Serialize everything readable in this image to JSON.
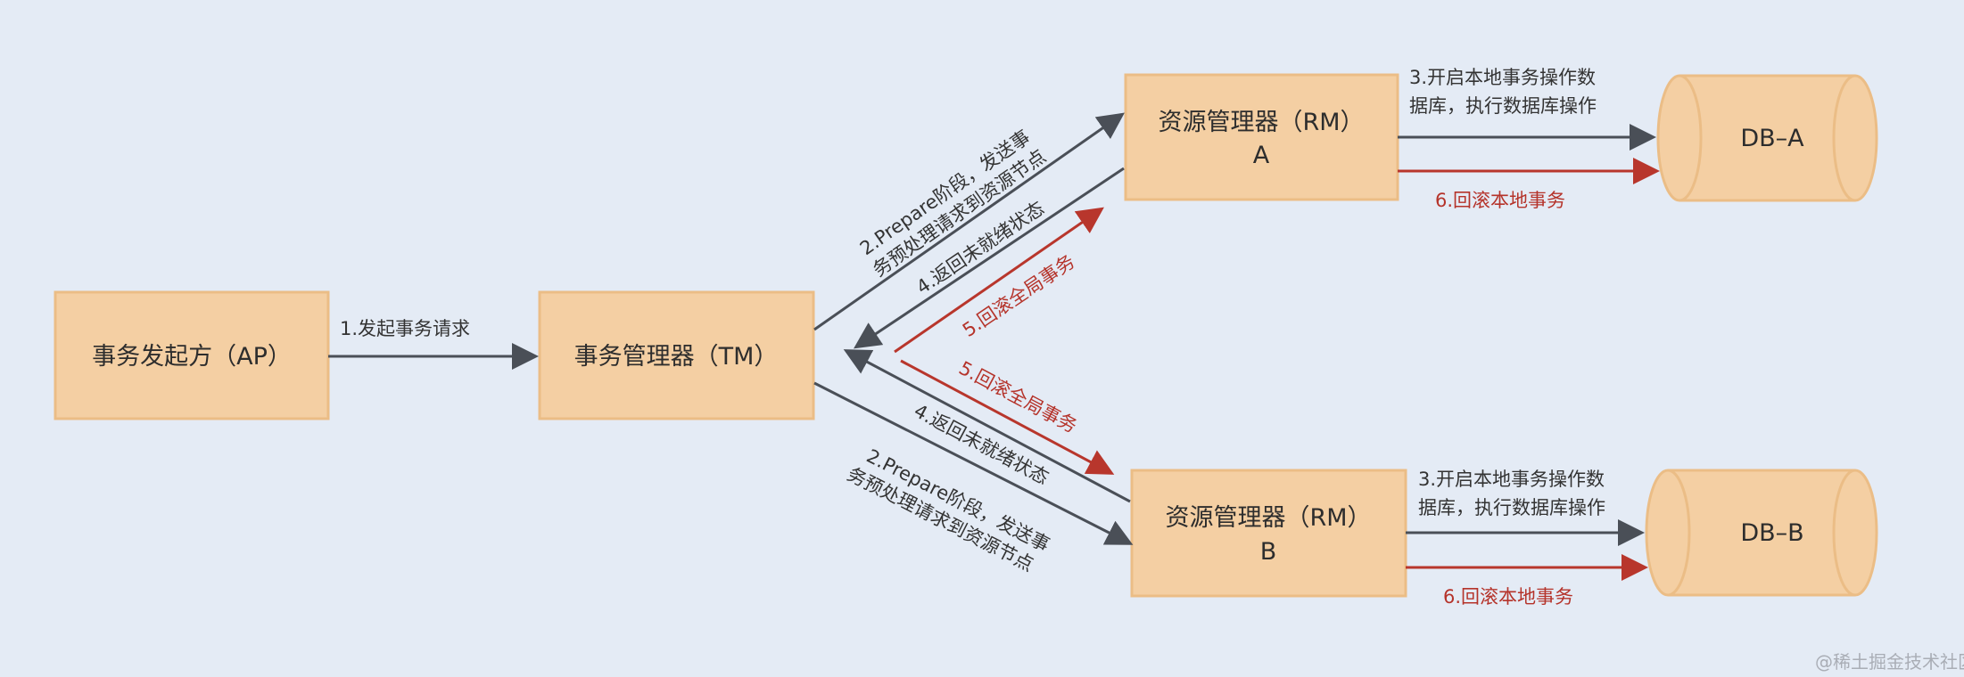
{
  "nodes": {
    "ap": "事务发起方（AP）",
    "tm": "事务管理器（TM）",
    "rm_a": {
      "title": "资源管理器（RM）",
      "sub": "A"
    },
    "rm_b": {
      "title": "资源管理器（RM）",
      "sub": "B"
    },
    "db_a": "DB–A",
    "db_b": "DB–B"
  },
  "edges": {
    "step1": "1.发起事务请求",
    "step2_a": [
      "2.Prepare阶段，发送事",
      "务预处理请求到资源节点"
    ],
    "step2_b": [
      "2.Prepare阶段，发送事",
      "务预处理请求到资源节点"
    ],
    "step3_a": [
      "3.开启本地事务操作数",
      "据库，执行数据库操作"
    ],
    "step3_b": [
      "3.开启本地事务操作数",
      "据库，执行数据库操作"
    ],
    "step4_a": "4.返回未就绪状态",
    "step4_b": "4.返回未就绪状态",
    "step5_a": "5.回滚全局事务",
    "step5_b": "5.回滚全局事务",
    "step6_a": "6.回滚本地事务",
    "step6_b": "6.回滚本地事务"
  },
  "watermark": "@稀土掘金技术社区",
  "colors": {
    "background": "#e4ebf5",
    "box": "#f4cfa3",
    "line": "#4a4f57",
    "rollback": "#b8362c"
  }
}
